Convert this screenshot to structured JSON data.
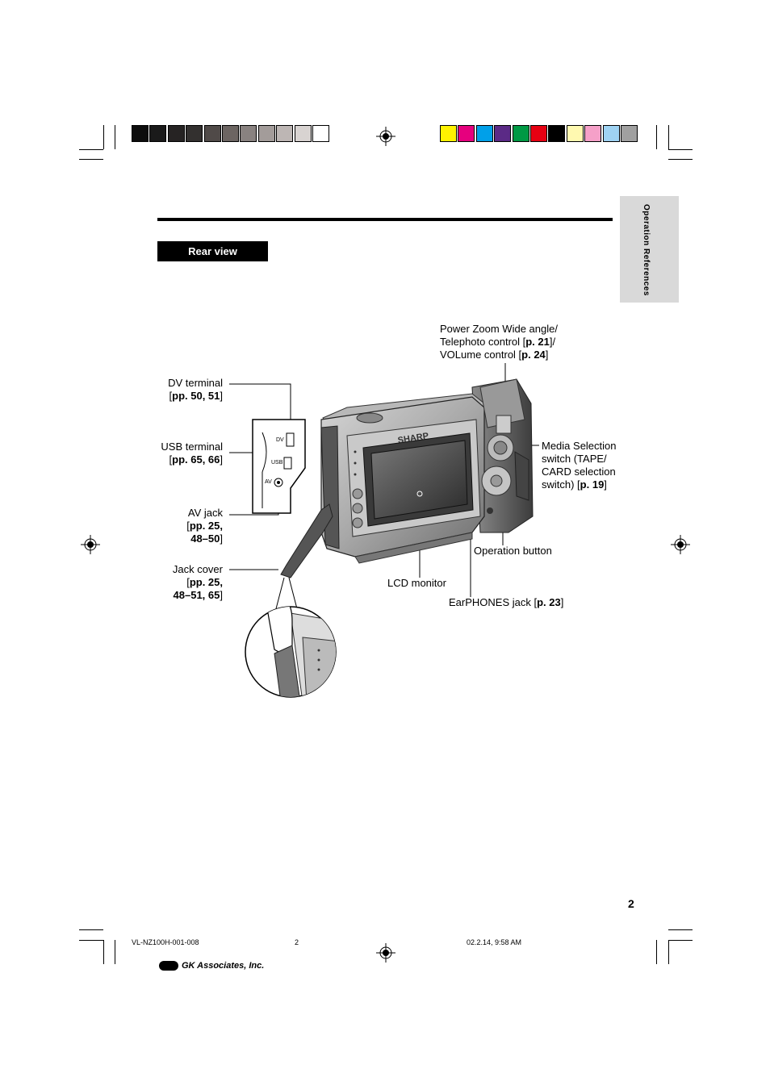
{
  "header": {
    "section_tab": "Operation References",
    "section_title": "Rear view"
  },
  "labels": {
    "power_zoom": {
      "line1": "Power Zoom Wide angle/",
      "line2a": "Telephoto control [",
      "line2b": "p. 21",
      "line2c": "]/",
      "line3a": "VOLume control [",
      "line3b": "p. 24",
      "line3c": "]"
    },
    "dv_terminal": {
      "line1": "DV terminal",
      "line2a": "[",
      "line2b": "pp. 50, 51",
      "line2c": "]"
    },
    "usb_terminal": {
      "line1": "USB terminal",
      "line2a": "[",
      "line2b": "pp. 65, 66",
      "line2c": "]"
    },
    "av_jack": {
      "line1": "AV jack",
      "line2a": "[",
      "line2b": "pp. 25,",
      "line3": "48–50",
      "line3c": "]"
    },
    "jack_cover": {
      "line1": "Jack cover",
      "line2a": "[",
      "line2b": "pp. 25,",
      "line3": "48–51, 65",
      "line3c": "]"
    },
    "media_selection": {
      "line1": "Media Selection",
      "line2": "switch (TAPE/",
      "line3": "CARD selection",
      "line4a": "switch) [",
      "line4b": "p. 19",
      "line4c": "]"
    },
    "operation_button": "Operation button",
    "lcd_monitor": "LCD monitor",
    "earphones": {
      "a": "EarPHONES jack [",
      "b": "p. 23",
      "c": "]"
    }
  },
  "inset_labels": {
    "dv": "DV",
    "usb": "USB",
    "av": "AV"
  },
  "brand_on_camera": "SHARP",
  "page_number": "2",
  "footer": {
    "doc_code": "VL-NZ100H-001-008",
    "page": "2",
    "timestamp": "02.2.14, 9:58 AM",
    "company": "GK Associates, Inc."
  },
  "swatches_gray": [
    "#0d0d0d",
    "#1a1a1a",
    "#262323",
    "#33302f",
    "#504a48",
    "#6c6562",
    "#898280",
    "#a39c9a",
    "#bdb6b4",
    "#d8d3d1",
    "#ffffff"
  ],
  "swatches_color": [
    "#fff200",
    "#e6007e",
    "#00a0e9",
    "#5b2a86",
    "#009944",
    "#e60012",
    "#000000",
    "#fff9b0",
    "#f5a0c8",
    "#9fd3f3",
    "#a0a0a0"
  ]
}
